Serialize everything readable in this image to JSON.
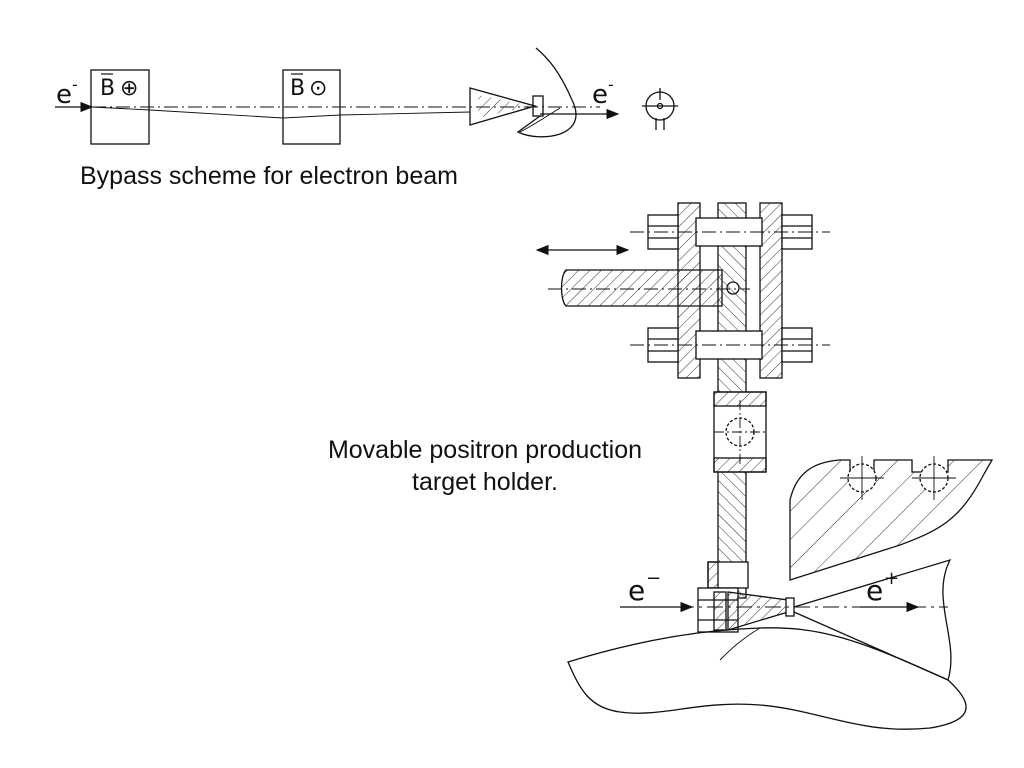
{
  "captions": {
    "bypass": "Bypass scheme for electron beam",
    "holder_line1": "Movable positron production",
    "holder_line2": "target holder."
  },
  "top_scheme": {
    "beam_in": "e",
    "beam_out": "e",
    "charge_sign": "-",
    "magnet_1": {
      "label": "B",
      "field_symbol": "⊕"
    },
    "magnet_2": {
      "label": "B",
      "field_symbol": "⊙"
    }
  },
  "holder_scheme": {
    "beam_in": "e",
    "beam_in_sign": "−",
    "beam_out": "e",
    "beam_out_sign": "+"
  },
  "colors": {
    "line": "#111111",
    "hatch": "#333333",
    "background": "#ffffff"
  }
}
